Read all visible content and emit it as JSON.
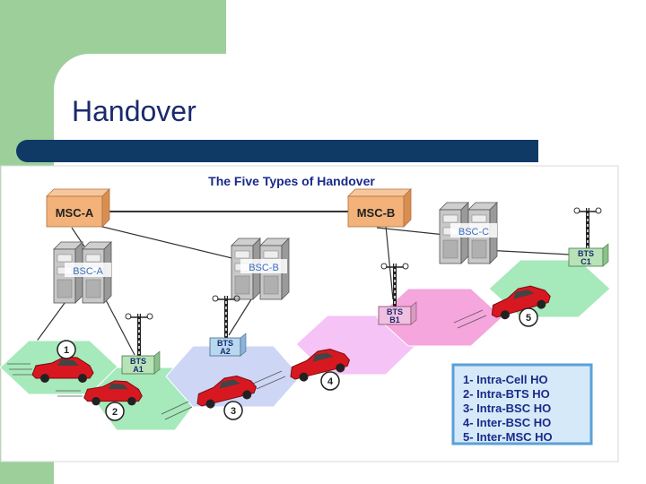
{
  "slide": {
    "title": "Handover"
  },
  "diagram": {
    "heading": "The Five Types of Handover",
    "msc": [
      "MSC-A",
      "MSC-B"
    ],
    "bsc": [
      "BSC-A",
      "BSC-B",
      "BSC-C"
    ],
    "bts": [
      {
        "line1": "BTS",
        "line2": "A1"
      },
      {
        "line1": "BTS",
        "line2": "A2"
      },
      {
        "line1": "BTS",
        "line2": "B1"
      },
      {
        "line1": "BTS",
        "line2": "C1"
      }
    ],
    "markers": [
      "1",
      "2",
      "3",
      "4",
      "5"
    ],
    "legend": [
      "1- Intra-Cell HO",
      "2- Intra-BTS HO",
      "3- Intra-BSC HO",
      "4- Inter-BSC HO",
      "5- Inter-MSC HO"
    ],
    "colors": {
      "title_bar": "#0f3a66",
      "green": "#9ccf9a",
      "msc": "#f2b27a",
      "bts": "#b8e3b8",
      "legend_border": "#5aa0d8",
      "legend_text": "#1a2a8a",
      "car": "#d81820"
    }
  }
}
